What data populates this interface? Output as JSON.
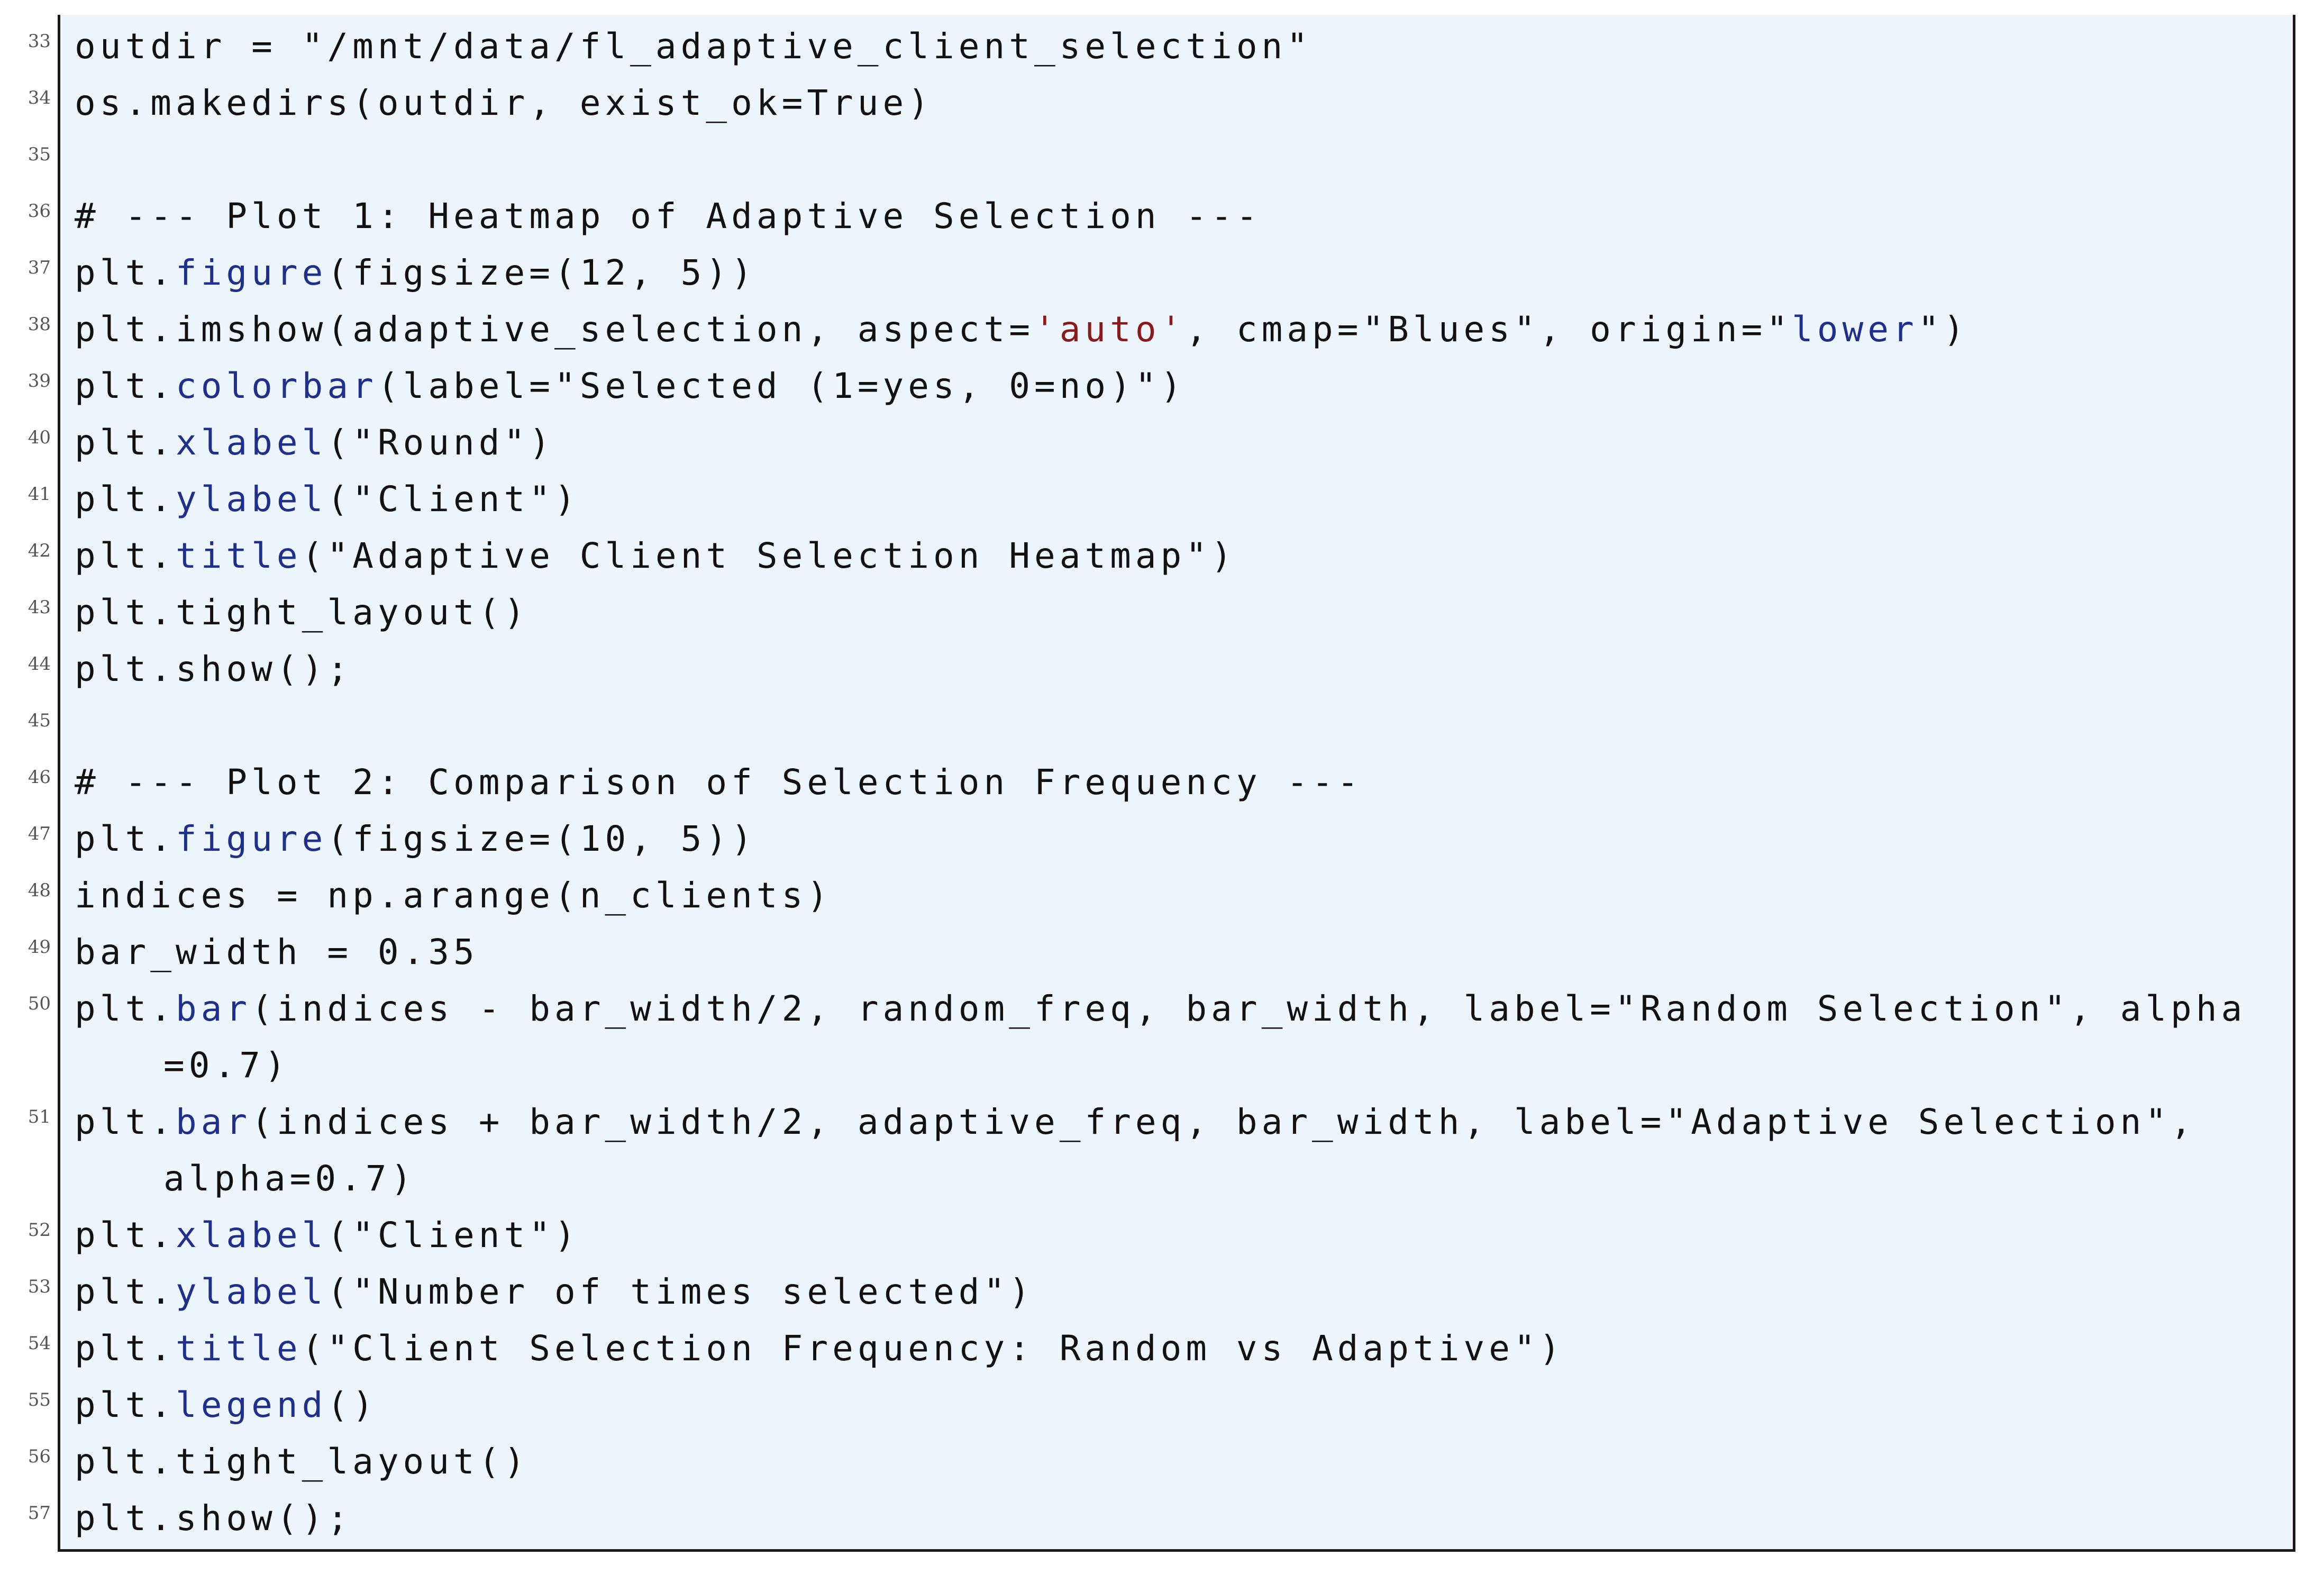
{
  "lines": [
    {
      "no": "33",
      "code": "outdir = \"/mnt/data/fl_adaptive_client_selection\""
    },
    {
      "no": "34",
      "code": "os.makedirs(outdir, exist_ok=True)"
    },
    {
      "no": "35",
      "code": ""
    },
    {
      "no": "36",
      "code": "# --- Plot 1: Heatmap of Adaptive Selection ---"
    },
    {
      "no": "37",
      "pre": "plt.",
      "kw": "figure",
      "post": "(figsize=(12, 5))"
    },
    {
      "no": "38",
      "pre": "plt.imshow(adaptive_selection, aspect=",
      "str": "'auto'",
      "mid": ", cmap=\"Blues\", origin=\"",
      "kw": "lower",
      "post": "\")"
    },
    {
      "no": "39",
      "pre": "plt.",
      "kw": "colorbar",
      "post": "(label=\"Selected (1=yes, 0=no)\")"
    },
    {
      "no": "40",
      "pre": "plt.",
      "kw": "xlabel",
      "post": "(\"Round\")"
    },
    {
      "no": "41",
      "pre": "plt.",
      "kw": "ylabel",
      "post": "(\"Client\")"
    },
    {
      "no": "42",
      "pre": "plt.",
      "kw": "title",
      "post": "(\"Adaptive Client Selection Heatmap\")"
    },
    {
      "no": "43",
      "code": "plt.tight_layout()"
    },
    {
      "no": "44",
      "code": "plt.show();"
    },
    {
      "no": "45",
      "code": ""
    },
    {
      "no": "46",
      "code": "# --- Plot 2: Comparison of Selection Frequency ---"
    },
    {
      "no": "47",
      "pre": "plt.",
      "kw": "figure",
      "post": "(figsize=(10, 5))"
    },
    {
      "no": "48",
      "code": "indices = np.arange(n_clients)"
    },
    {
      "no": "49",
      "code": "bar_width = 0.35"
    },
    {
      "no": "50",
      "pre": "plt.",
      "kw": "bar",
      "post": "(indices - bar_width/2, random_freq, bar_width, label=\"Random Selection\", alpha",
      "cont": "=0.7)"
    },
    {
      "no": "51",
      "pre": "plt.",
      "kw": "bar",
      "post": "(indices + bar_width/2, adaptive_freq, bar_width, label=\"Adaptive Selection\",",
      "cont": "alpha=0.7)"
    },
    {
      "no": "52",
      "pre": "plt.",
      "kw": "xlabel",
      "post": "(\"Client\")"
    },
    {
      "no": "53",
      "pre": "plt.",
      "kw": "ylabel",
      "post": "(\"Number of times selected\")"
    },
    {
      "no": "54",
      "pre": "plt.",
      "kw": "title",
      "post": "(\"Client Selection Frequency: Random vs Adaptive\")"
    },
    {
      "no": "55",
      "pre": "plt.",
      "kw": "legend",
      "post": "()"
    },
    {
      "no": "56",
      "code": "plt.tight_layout()"
    },
    {
      "no": "57",
      "code": "plt.show();"
    }
  ]
}
